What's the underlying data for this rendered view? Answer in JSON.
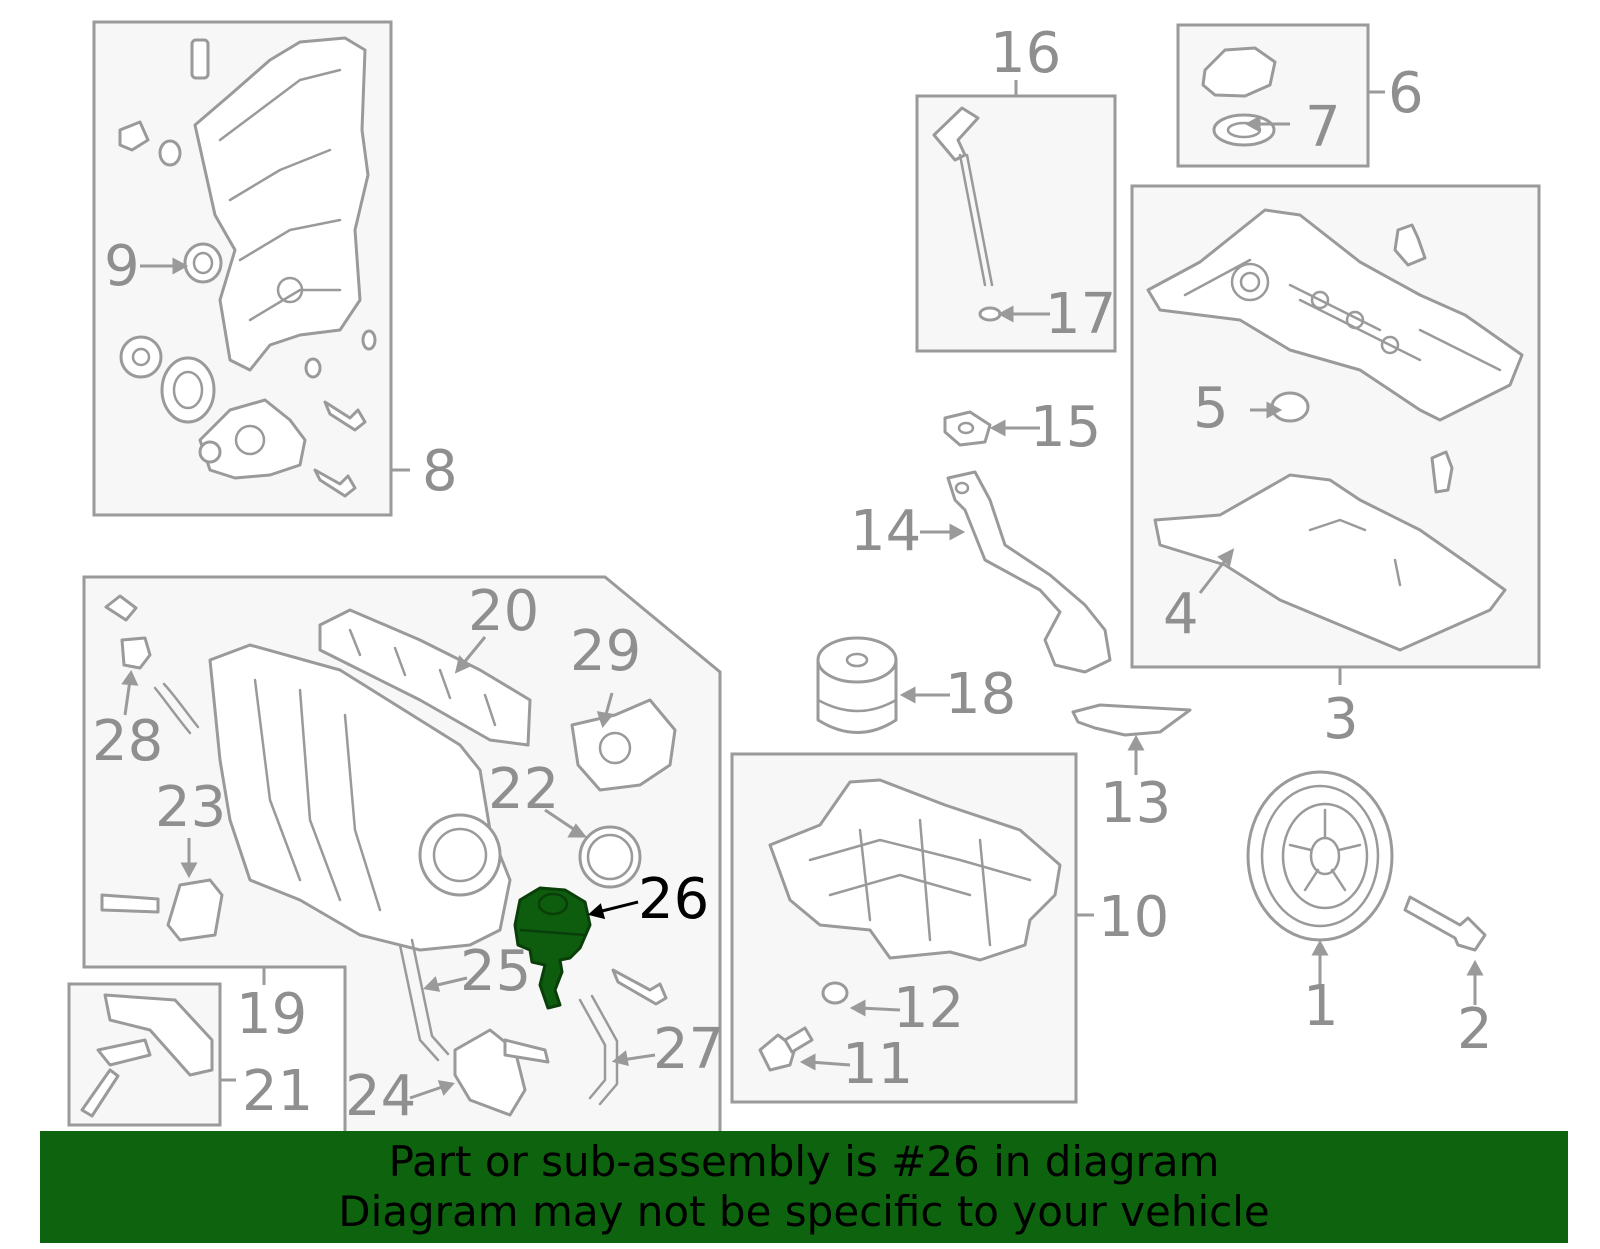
{
  "highlight_color": "#0e630e",
  "highlighted_part": "26",
  "callouts": [
    "1",
    "2",
    "3",
    "4",
    "5",
    "6",
    "7",
    "8",
    "9",
    "10",
    "11",
    "12",
    "13",
    "14",
    "15",
    "16",
    "17",
    "18",
    "19",
    "20",
    "21",
    "22",
    "23",
    "24",
    "25",
    "26",
    "27",
    "28",
    "29"
  ],
  "banner": {
    "line1": "Part or sub-assembly is #26 in diagram",
    "line2": "Diagram may not be specific to your vehicle"
  }
}
